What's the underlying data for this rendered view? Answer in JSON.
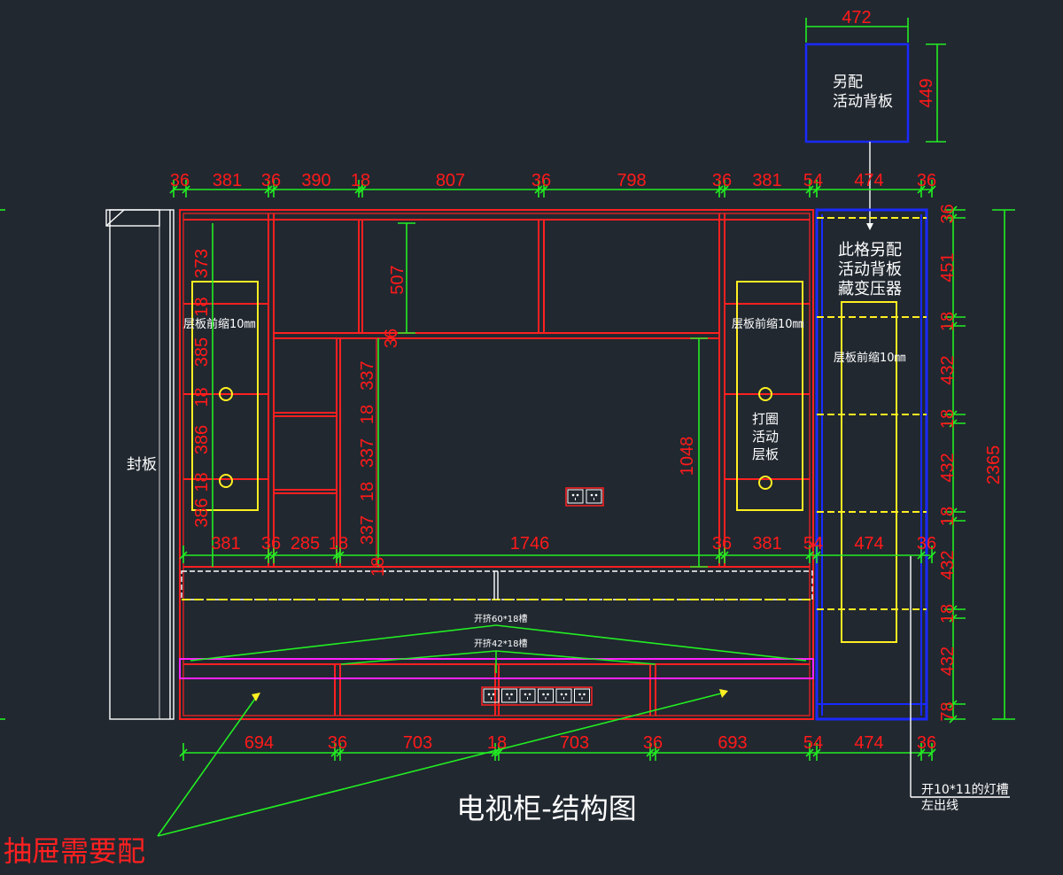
{
  "title": "电视柜-结构图",
  "labels": {
    "extra_backboard": [
      "另配",
      "活动背板"
    ],
    "transformer_cell": [
      "此格另配",
      "活动背板",
      "藏变压器"
    ],
    "shelf_front_left": "层板前缩10㎜",
    "shelf_front_right": "层板前缩10㎜",
    "shelf_front_blue": "层板前缩10㎜",
    "punch_shelf": [
      "打圈",
      "活动",
      "层板"
    ],
    "seal_board": "封板",
    "groove_top": "开挤60*18槽",
    "groove_bottom": "开挤42*18槽",
    "light_slot": [
      "开10*11的灯槽",
      "左出线"
    ],
    "drawer_note": "抽屉需要配"
  },
  "dims": {
    "backboard_width": "472",
    "backboard_height": "449",
    "top": [
      "36",
      "381",
      "36",
      "390",
      "18",
      "807",
      "36",
      "798",
      "36",
      "381",
      "54",
      "474",
      "36"
    ],
    "bottom": [
      "694",
      "36",
      "703",
      "18",
      "703",
      "36",
      "693",
      "54",
      "474",
      "36"
    ],
    "mid": [
      "381",
      "36",
      "285",
      "18",
      "1746",
      "36",
      "381",
      "54",
      "474",
      "36"
    ],
    "right": [
      "36",
      "451",
      "18",
      "432",
      "18",
      "432",
      "18",
      "432",
      "18",
      "432",
      "78"
    ],
    "total_height": "2365",
    "left_col": [
      "373",
      "18",
      "385",
      "18",
      "386",
      "18",
      "386"
    ],
    "inner_left": [
      "337",
      "18",
      "337",
      "18",
      "337"
    ],
    "inner_small": [
      "36",
      "18"
    ],
    "upper_center": "507",
    "tv_height": "1048"
  },
  "colors": {
    "background": "#212830",
    "panel": "#ff2020",
    "dimension": "#22ee22",
    "shelf": "#ffee22",
    "side_unit": "#1a2aff",
    "text": "#ffffff",
    "groove": "#ff22ff"
  }
}
